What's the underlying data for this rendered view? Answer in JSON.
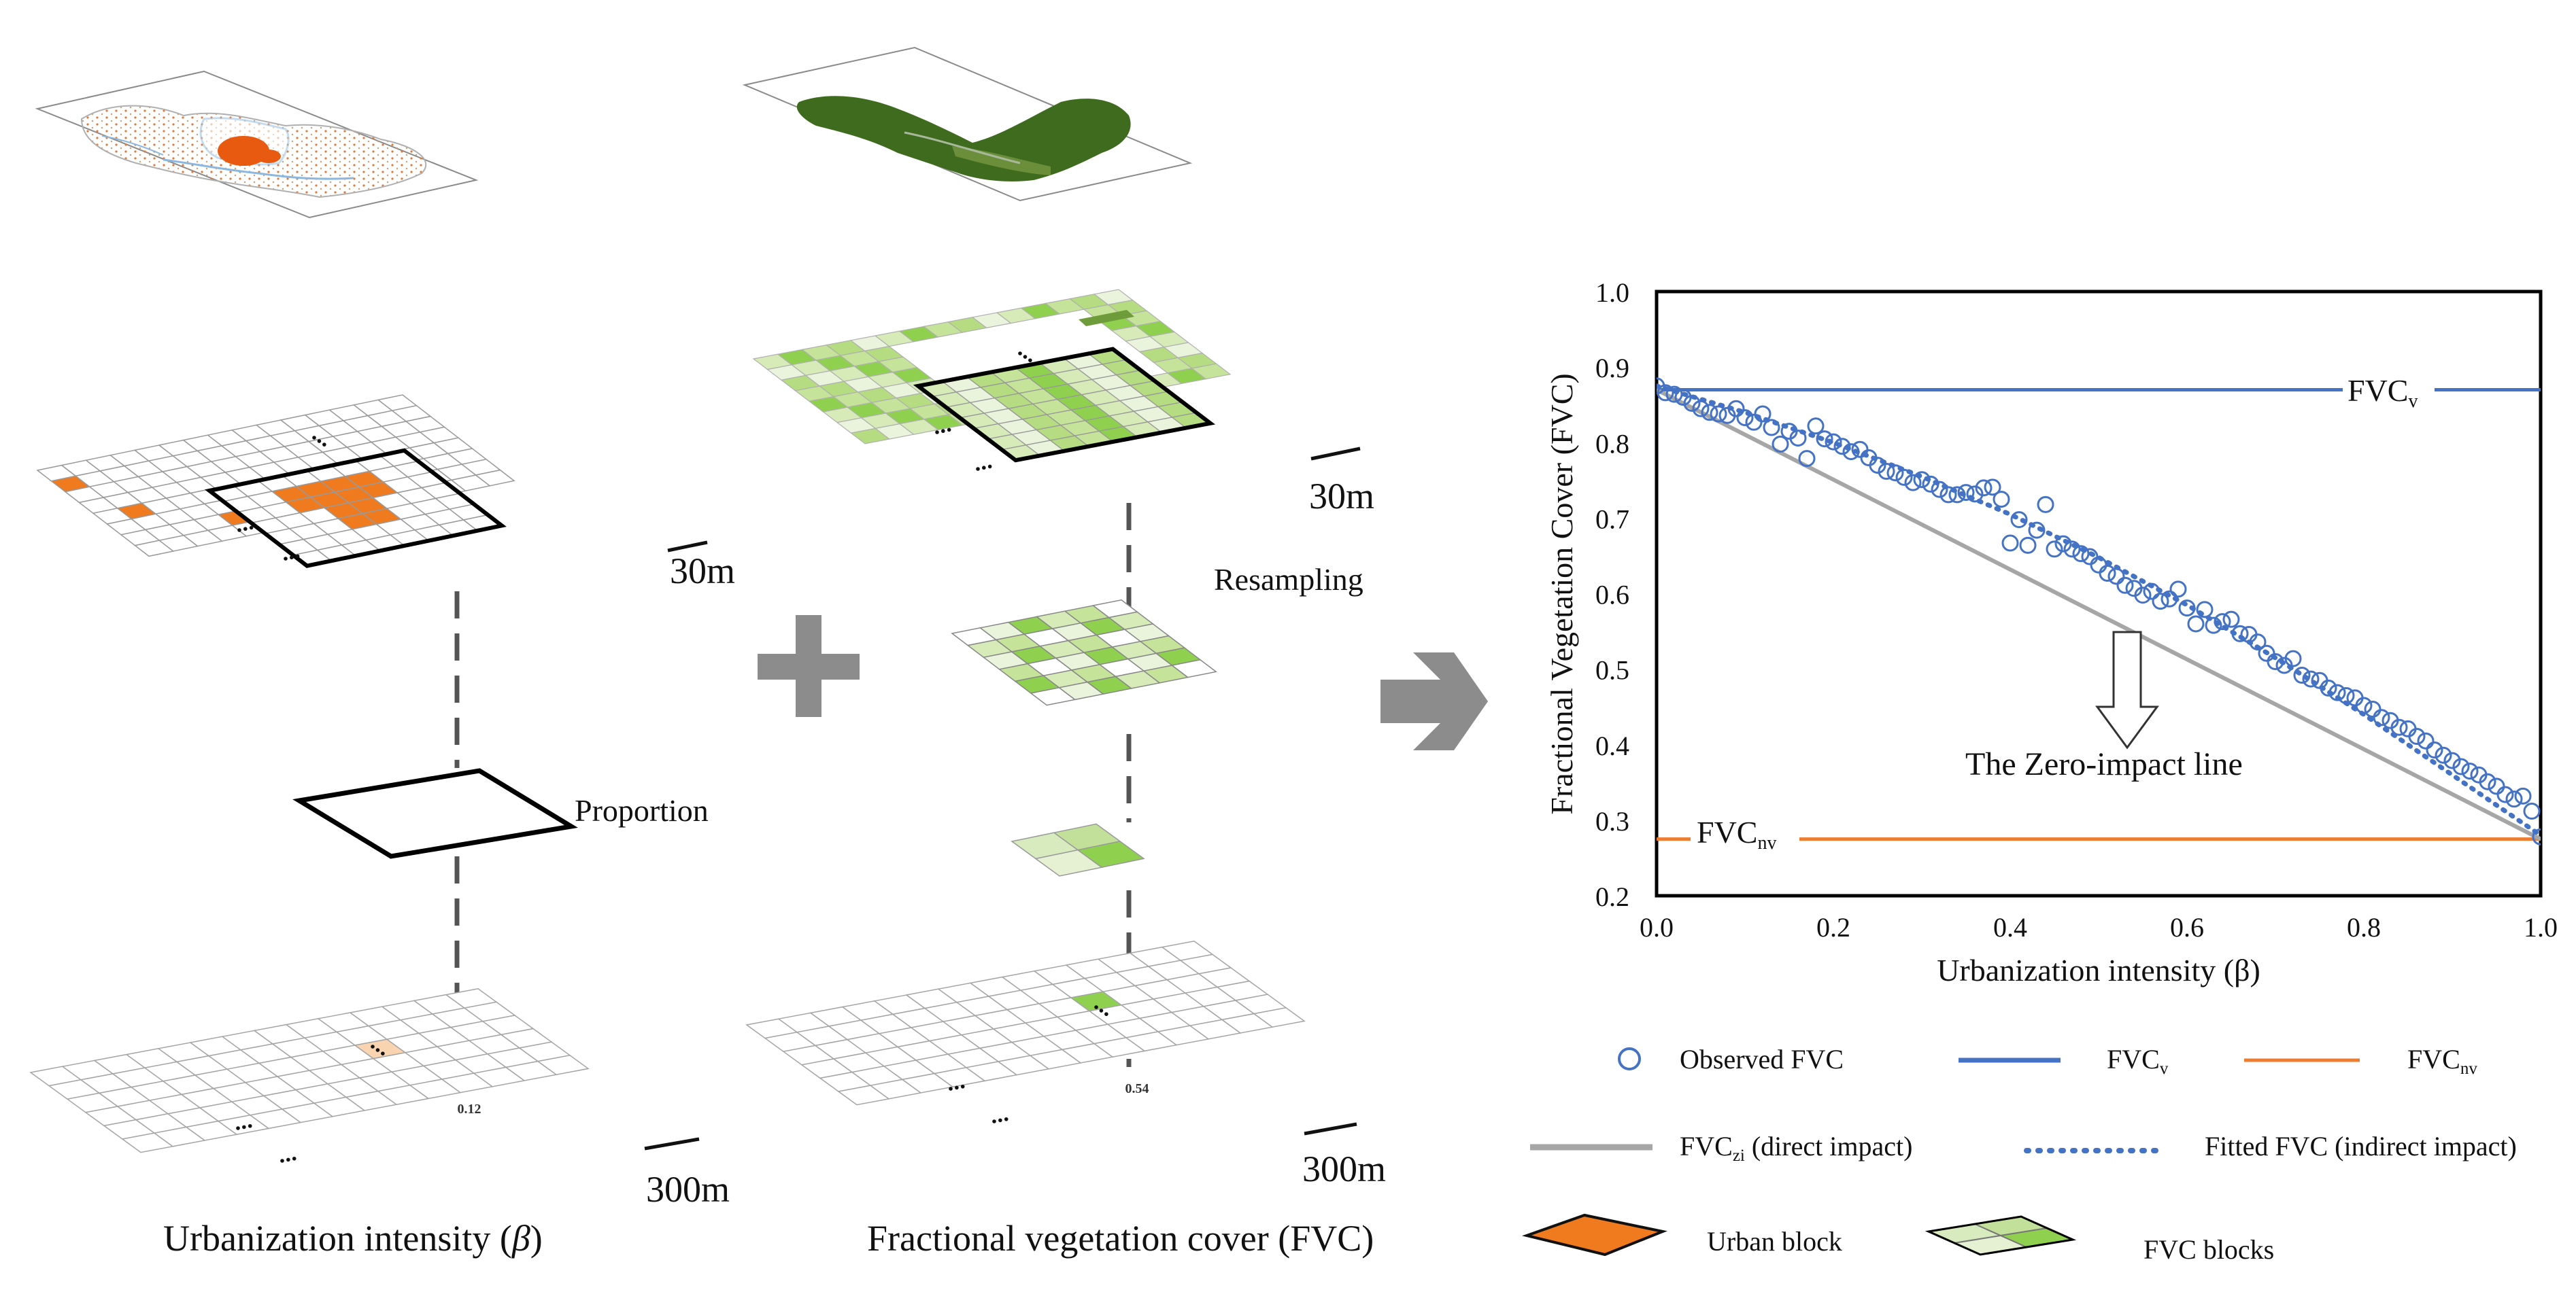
{
  "left_panel": {
    "scale_fine": "30m",
    "scale_coarse": "300m",
    "proportion_label": "Proportion",
    "cell_value": "0.12",
    "caption_text": "Urbanization intensity (",
    "caption_symbol": "β",
    "caption_close": ")"
  },
  "middle_panel": {
    "scale_fine": "30m",
    "scale_coarse": "300m",
    "resampling_label": "Resampling",
    "cell_value": "0.54",
    "caption": "Fractional vegetation cover (FVC)"
  },
  "colors": {
    "urban_orange": "#F07A1E",
    "urban_light": "#F9D4B0",
    "fvc_green": "#8FD14F",
    "fvc_light": "#D6EBB8",
    "fvc_v_line": "#4472C4",
    "fvc_nv_line": "#ED7D31",
    "zero_impact_line": "#A6A6A6",
    "marker": "#4472C4",
    "arrow_gray": "#8C8C8C"
  },
  "chart": {
    "ylabel": "Fractional Vegetation Cover (FVC)",
    "xlabel": "Urbanization intensity (β)",
    "annotation_zero": "The Zero-impact line",
    "label_fvc_v_main": "FVC",
    "label_fvc_v_sub": "v",
    "label_fvc_nv_main": "FVC",
    "label_fvc_nv_sub": "nv"
  },
  "legend": {
    "observed": "Observed FVC",
    "fvc_v_main": "FVC",
    "fvc_v_sub": "v",
    "fvc_nv_main": "FVC",
    "fvc_nv_sub": "nv",
    "fvc_zi_main": "FVC",
    "fvc_zi_sub": "zi",
    "fvc_zi_rest": " (direct impact)",
    "fitted": "Fitted FVC (indirect impact)",
    "urban_block": "Urban block",
    "fvc_blocks": "FVC blocks"
  },
  "chart_data": {
    "type": "scatter",
    "xlabel": "Urbanization intensity (β)",
    "ylabel": "Fractional Vegetation Cover (FVC)",
    "xlim": [
      0,
      1
    ],
    "ylim": [
      0.2,
      1.0
    ],
    "xticks": [
      "0.0",
      "0.2",
      "0.4",
      "0.6",
      "0.8",
      "1.0"
    ],
    "yticks": [
      "0.2",
      "0.3",
      "0.4",
      "0.5",
      "0.6",
      "0.7",
      "0.8",
      "0.9",
      "1.0"
    ],
    "grid": false,
    "legend_position": "bottom",
    "fvc_v": 0.87,
    "fvc_nv": 0.275,
    "series": [
      {
        "name": "Observed FVC",
        "kind": "scatter",
        "x": [
          0.0,
          0.01,
          0.02,
          0.03,
          0.04,
          0.05,
          0.06,
          0.07,
          0.08,
          0.09,
          0.1,
          0.11,
          0.12,
          0.13,
          0.14,
          0.15,
          0.16,
          0.17,
          0.18,
          0.19,
          0.2,
          0.21,
          0.22,
          0.23,
          0.24,
          0.25,
          0.26,
          0.27,
          0.28,
          0.29,
          0.3,
          0.31,
          0.32,
          0.33,
          0.34,
          0.35,
          0.36,
          0.37,
          0.38,
          0.39,
          0.4,
          0.41,
          0.42,
          0.43,
          0.44,
          0.45,
          0.46,
          0.47,
          0.48,
          0.49,
          0.5,
          0.51,
          0.52,
          0.53,
          0.54,
          0.55,
          0.56,
          0.57,
          0.58,
          0.59,
          0.6,
          0.61,
          0.62,
          0.63,
          0.64,
          0.65,
          0.66,
          0.67,
          0.68,
          0.69,
          0.7,
          0.71,
          0.72,
          0.73,
          0.74,
          0.75,
          0.76,
          0.77,
          0.78,
          0.79,
          0.8,
          0.81,
          0.82,
          0.83,
          0.84,
          0.85,
          0.86,
          0.87,
          0.88,
          0.89,
          0.9,
          0.91,
          0.92,
          0.93,
          0.94,
          0.95,
          0.96,
          0.97,
          0.98,
          0.99,
          1.0
        ],
        "y": [
          0.875,
          0.866,
          0.864,
          0.86,
          0.852,
          0.845,
          0.84,
          0.838,
          0.836,
          0.845,
          0.833,
          0.827,
          0.838,
          0.82,
          0.798,
          0.815,
          0.806,
          0.779,
          0.822,
          0.805,
          0.801,
          0.795,
          0.788,
          0.791,
          0.78,
          0.77,
          0.762,
          0.76,
          0.754,
          0.747,
          0.751,
          0.745,
          0.738,
          0.731,
          0.731,
          0.734,
          0.732,
          0.74,
          0.741,
          0.725,
          0.667,
          0.698,
          0.664,
          0.684,
          0.718,
          0.659,
          0.666,
          0.659,
          0.653,
          0.649,
          0.638,
          0.627,
          0.623,
          0.611,
          0.607,
          0.598,
          0.603,
          0.59,
          0.593,
          0.606,
          0.581,
          0.56,
          0.579,
          0.558,
          0.563,
          0.566,
          0.547,
          0.546,
          0.536,
          0.521,
          0.51,
          0.505,
          0.514,
          0.492,
          0.487,
          0.485,
          0.475,
          0.469,
          0.465,
          0.462,
          0.452,
          0.447,
          0.436,
          0.432,
          0.423,
          0.421,
          0.411,
          0.405,
          0.393,
          0.386,
          0.379,
          0.371,
          0.365,
          0.36,
          0.351,
          0.345,
          0.334,
          0.328,
          0.332,
          0.312,
          0.278
        ]
      },
      {
        "name": "Fitted FVC (indirect impact)",
        "kind": "dotted-line",
        "x": [
          0.0,
          0.1,
          0.2,
          0.3,
          0.4,
          0.5,
          0.6,
          0.7,
          0.8,
          0.9,
          1.0
        ],
        "y": [
          0.875,
          0.84,
          0.8,
          0.755,
          0.705,
          0.648,
          0.585,
          0.515,
          0.44,
          0.36,
          0.28
        ]
      },
      {
        "name": "FVCzi (direct impact)",
        "kind": "line",
        "x": [
          0.0,
          1.0
        ],
        "y": [
          0.87,
          0.275
        ]
      }
    ]
  }
}
